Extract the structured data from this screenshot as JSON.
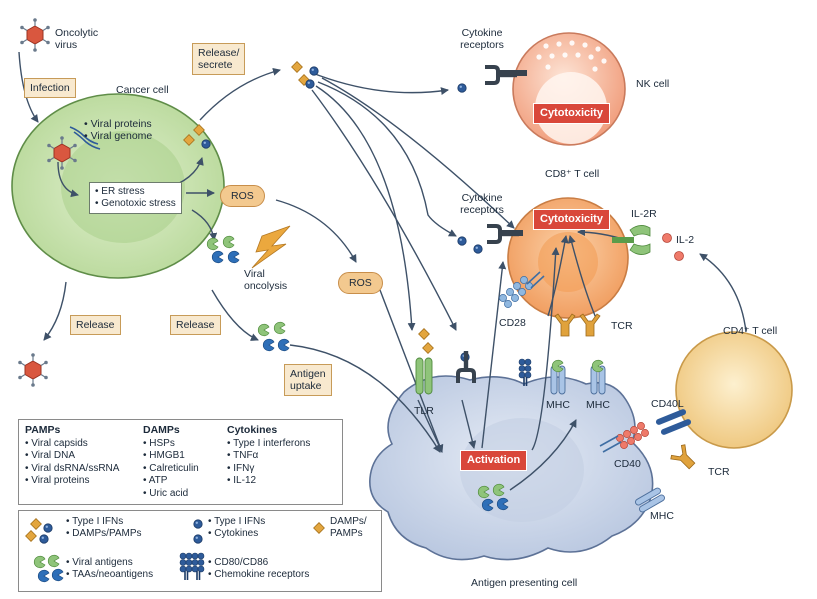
{
  "labels": {
    "oncolytic_virus": [
      "Oncolytic",
      "virus"
    ],
    "infection": "Infection",
    "cancer_cell": "Cancer cell",
    "viral_contents": [
      "Viral proteins",
      "Viral genome"
    ],
    "stress": [
      "ER stress",
      "Genotoxic stress"
    ],
    "ros": "ROS",
    "release_secrete": [
      "Release/",
      "secrete"
    ],
    "viral_oncolysis": [
      "Viral",
      "oncolysis"
    ],
    "release": "Release",
    "antigen_uptake": [
      "Antigen",
      "uptake"
    ],
    "cytokine_receptors": [
      "Cytokine",
      "receptors"
    ],
    "nk_cell": "NK cell",
    "cytotoxicity": "Cytotoxicity",
    "cd8_t_cell": "CD8⁺ T cell",
    "il2r": "IL-2R",
    "il2": "IL-2",
    "cd28": "CD28",
    "tcr": "TCR",
    "tlr": "TLR",
    "mhc": "MHC",
    "activation": "Activation",
    "cd4_t_cell": "CD4⁺ T cell",
    "cd40l": "CD40L",
    "cd40": "CD40",
    "apc": "Antigen presenting cell"
  },
  "legend_top": {
    "pamps": {
      "title": "PAMPs",
      "items": [
        "Viral capsids",
        "Viral DNA",
        "Viral dsRNA/ssRNA",
        "Viral proteins"
      ]
    },
    "damps": {
      "title": "DAMPs",
      "items": [
        "HSPs",
        "HMGB1",
        "Calreticulin",
        "ATP",
        "Uric acid"
      ]
    },
    "cytokines": {
      "title": "Cytokines",
      "items": [
        "Type I interferons",
        "TNFα",
        "IFNγ",
        "IL-12"
      ]
    }
  },
  "legend_key": {
    "diamond_circle": [
      "Type I IFNs",
      "DAMPs/PAMPs"
    ],
    "circles": [
      "Type I IFNs",
      "Cytokines"
    ],
    "diamond": [
      "DAMPs/",
      "PAMPs"
    ],
    "antigens": [
      "Viral antigens",
      "TAAs/neoantigens"
    ],
    "receptors": [
      "CD80/CD86",
      "Chemokine receptors"
    ]
  },
  "colors": {
    "cancer_cell": "#cfe6b7",
    "nk_cell": "#f6bfa6",
    "t_cell": "#f7b98a",
    "cd4_cell": "#f6d79a",
    "apc": "#cdd7e8",
    "virus": "#d9573f",
    "cytokine_dot": "#2e5b9a",
    "diamond": "#e3a63f",
    "activation": "#d9473a",
    "arrow": "#3e5168"
  },
  "icons": [
    "virus-icon",
    "lightning-icon",
    "receptor-icon",
    "mhc-icon",
    "tlr-icon",
    "tcr-icon",
    "cd28-icon"
  ]
}
